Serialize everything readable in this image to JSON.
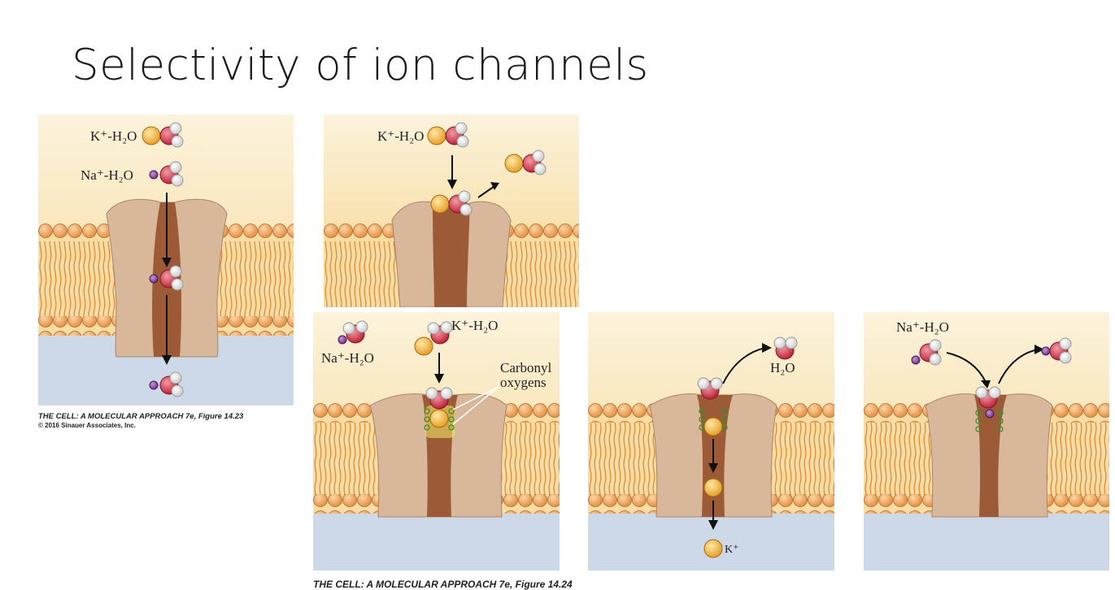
{
  "slide": {
    "title": "Selectivity of ion channels"
  },
  "figure_14_23": {
    "credit_line1": "THE CELL: A MOLECULAR APPROACH 7e, Figure 14.23",
    "credit_line2": "© 2016 Sinauer Associates, Inc.",
    "label_k": "K⁺-H₂O",
    "label_na": "Na⁺-H₂O"
  },
  "figure_14_24": {
    "credit_line1": "THE CELL: A MOLECULAR APPROACH 7e, Figure 14.24",
    "panel_top": {
      "label_k": "K⁺-H₂O"
    },
    "panel_a": {
      "label_na": "Na⁺-H₂O",
      "label_k": "K⁺-H₂O",
      "carbonyl_label_line1": "Carbonyl",
      "carbonyl_label_line2": "oxygens"
    },
    "panel_b": {
      "label_water": "H₂O",
      "label_ion": "K⁺"
    },
    "panel_c": {
      "label_na": "Na⁺-H₂O"
    }
  },
  "colors": {
    "potassium": "#f2b233",
    "sodium": "#8a3f9c",
    "oxygen": "#d93a4a",
    "hydrogen": "#f3f3f3",
    "membrane_head": "#f0a45a",
    "channel": "#d8b79a",
    "pore": "#9c5a36",
    "cytosol": "#ccd8e6",
    "extracellular": "#f8e2a8"
  }
}
